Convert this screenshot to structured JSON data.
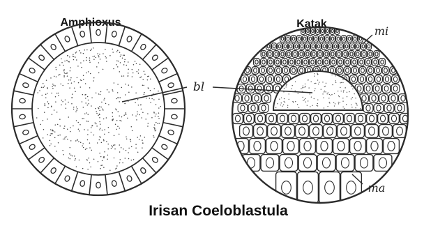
{
  "titles": {
    "left": "Amphioxus",
    "right": "Katak",
    "caption": "Irisan Coeloblastula"
  },
  "labels": {
    "bl": "bl",
    "mi": "mi",
    "ma": "ma"
  },
  "colors": {
    "ink": "#2b2b2b",
    "paper": "#ffffff"
  }
}
